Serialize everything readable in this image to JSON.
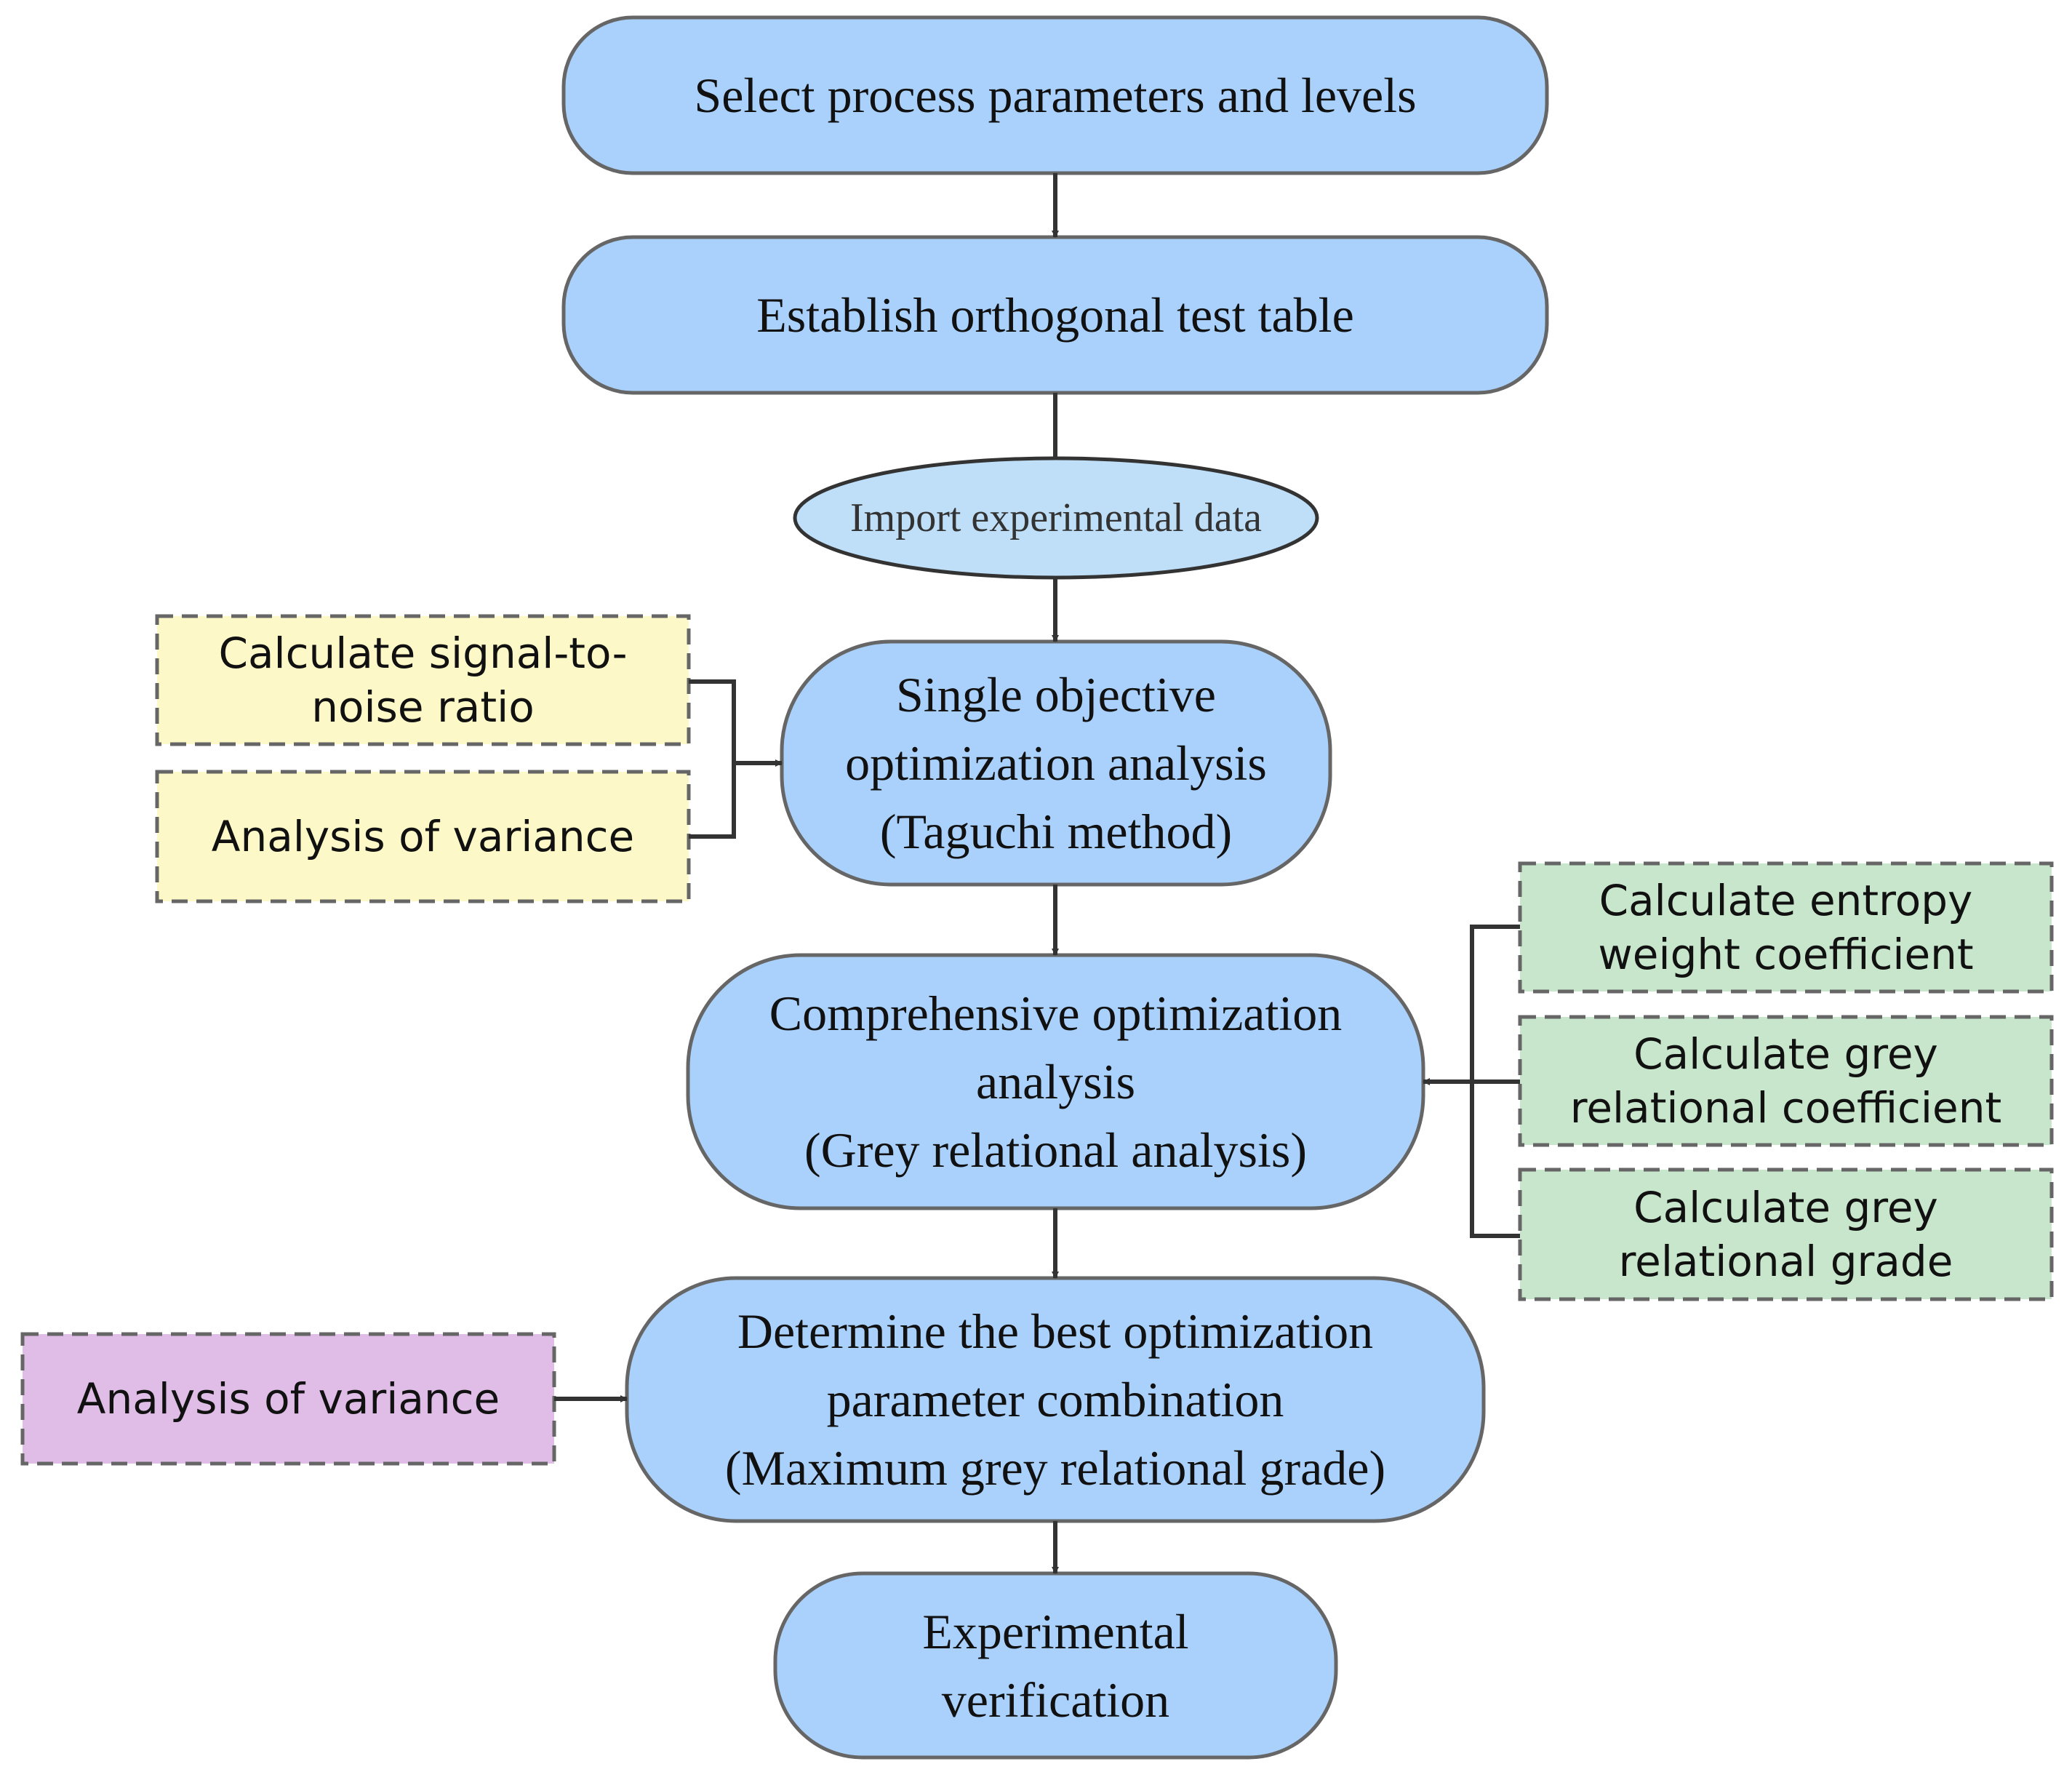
{
  "colors": {
    "main_fill": "#aad1fc",
    "import_fill": "#bfdff8",
    "yellow_fill": "#fdf8c8",
    "green_fill": "#c7e6cb",
    "purple_fill": "#dfbde6",
    "stroke": "#666666",
    "connector": "#333333"
  },
  "nodes": {
    "select_params": "Select process parameters and levels",
    "orthogonal_table": "Establish orthogonal test table",
    "import_data": "Import experimental data",
    "single_objective": "Single objective\noptimization analysis\n(Taguchi method)",
    "comprehensive": "Comprehensive optimization\nanalysis\n(Grey relational analysis)",
    "best_combination": "Determine the best optimization\nparameter combination\n(Maximum grey relational grade)",
    "verification": "Experimental\nverification"
  },
  "side_boxes": {
    "snr": "Calculate signal-to-\nnoise ratio",
    "anova_yellow": "Analysis of variance",
    "entropy": "Calculate entropy\nweight coefficient",
    "grey_coefficient": "Calculate grey\nrelational coefficient",
    "grey_grade": "Calculate grey\nrelational grade",
    "anova_purple": "Analysis of variance"
  }
}
